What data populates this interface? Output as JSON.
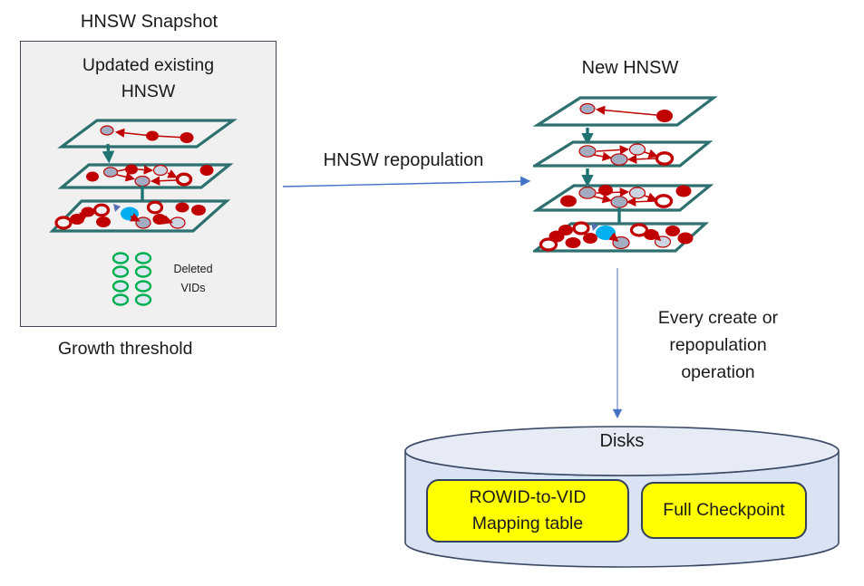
{
  "snapshot": {
    "title": "HNSW Snapshot",
    "box_label": "Updated existing HNSW",
    "deleted_label": "Deleted VIDs",
    "caption": "Growth threshold"
  },
  "repopulation": {
    "arrow_label": "HNSW repopulation"
  },
  "new_hnsw": {
    "title": "New HNSW",
    "disk_arrow_label": "Every create or repopulation operation"
  },
  "disks": {
    "title": "Disks",
    "items": [
      {
        "label": "ROWID-to-VID Mapping table"
      },
      {
        "label": "Full Checkpoint"
      }
    ]
  },
  "colors": {
    "layer_teal": "#2e7070",
    "node_red": "#c00000",
    "node_gray": "#a3adc2",
    "node_light": "#ccd4e2",
    "node_blue": "#00b0f0",
    "deleted_green": "#00b050",
    "deleted_fill": "#dfe7f3",
    "arrow_blue": "#4472c4",
    "snapshot_box_fill": "#f0f0f0",
    "cylinder_fill": "#dae3f3",
    "cylinder_top_fill": "#e6ebf6",
    "cylinder_stroke": "#3a4a66",
    "highlight_yellow": "#ffff00"
  }
}
